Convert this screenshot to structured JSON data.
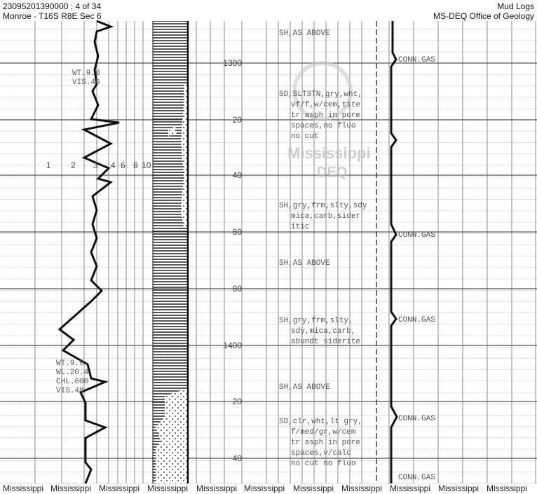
{
  "header": {
    "doc_id": "23095201390000 : 4 of 34",
    "location": "Monroe - T16S R8E Sec 6",
    "doc_type": "Mud Logs",
    "agency": "MS-DEQ Office of Geology"
  },
  "scale_labels": [
    "1",
    "2",
    "3",
    "4",
    "6",
    "8",
    "10"
  ],
  "mud_notes": {
    "upper": [
      "WT.9.0",
      "VIS.46"
    ],
    "lower": [
      "WT.9.0",
      "WL.20.4",
      "CHL.600",
      "VIS.48"
    ]
  },
  "depths": [
    "1300",
    "20",
    "40",
    "60",
    "80",
    "1400",
    "20",
    "40"
  ],
  "descriptions": [
    [
      "SH,AS ABOVE"
    ],
    [
      "SD,SLTSTN,gry,wht,",
      "vf/f,w/cem,tite",
      "tr asph in pore",
      "spaces,no fluo",
      "no cut"
    ],
    [
      "SH,gry,frm,slty,sdy",
      "mica,carb,sider",
      "itic"
    ],
    [
      "SH,AS ABOVE"
    ],
    [
      "SH,gry,frm,slty,",
      "sdy,mica,carb,",
      "abundt siderite"
    ],
    [
      "SH,AS ABOVE"
    ],
    [
      "SD,clr,wht,lt gry,",
      "f/med/gr,w/cem",
      "tr asph in pore",
      "spaces,v/calc",
      "no cut no fluo"
    ]
  ],
  "gas_labels": [
    "CONN.GAS",
    "CONN.GAS",
    "CONN.GAS",
    "CONN.GAS",
    "CONN.GAS"
  ],
  "watermark": {
    "seal_line1": "Mississippi",
    "seal_line2": "DEQ",
    "footer": "Mississippi"
  }
}
